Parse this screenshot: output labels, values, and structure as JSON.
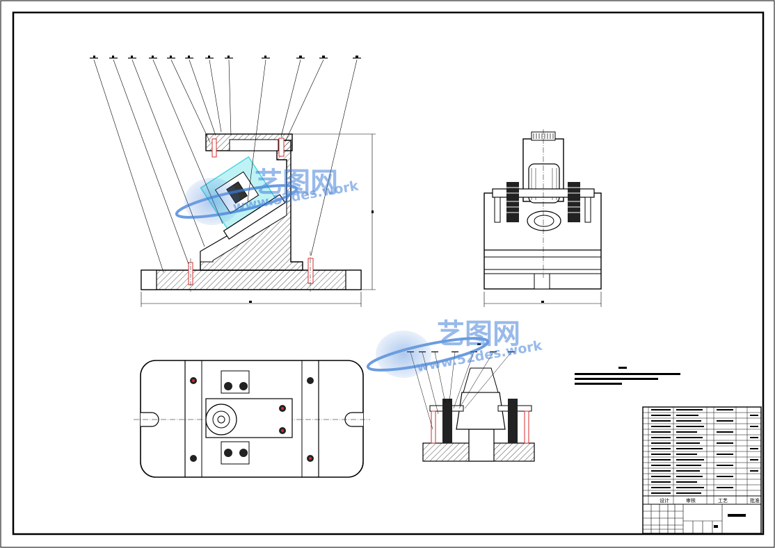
{
  "watermark": {
    "brand": "艺图网",
    "url": "www.52des.work",
    "color": "#3a7bd5"
  },
  "colors": {
    "line": "#000000",
    "section_fill": "#ffffff",
    "highlight_cyan": "#3fd6e0",
    "highlight_red": "#d42b2b"
  },
  "title_block": {
    "bottom_labels": [
      "设计",
      "审核",
      "工艺",
      "批准"
    ]
  }
}
